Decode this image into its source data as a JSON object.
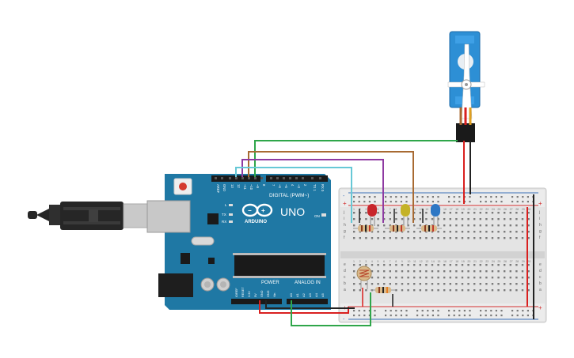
{
  "colors": {
    "background": "#ffffff",
    "arduino_board": "#1f78a4",
    "arduino_text": "#ffffff",
    "breadboard": "#e6e6e6",
    "rail_red": "#d33030",
    "rail_blue": "#3a6fb8",
    "wire_green": "#2fa64a",
    "wire_brown": "#a86a32",
    "wire_purple": "#8e3aa2",
    "wire_cyan": "#67c8d6",
    "wire_red": "#d9201f",
    "wire_black": "#222222",
    "servo_body": "#2d8fd5",
    "led_red": "#c8252b",
    "led_yellow": "#c4b227",
    "led_blue": "#2e77c4",
    "usb_cable": "#262626"
  },
  "arduino": {
    "logo_text": "UNO",
    "brand": "ARDUINO",
    "digital_header": "DIGITAL (PWM~)",
    "power_header": "POWER",
    "analog_header": "ANALOG IN",
    "on_label": "ON",
    "led_l": "L",
    "led_tx": "TX",
    "led_rx": "RX",
    "digital_pins": [
      "AREF",
      "GND",
      "13",
      "12",
      "~11",
      "~10",
      "~9",
      "8",
      "7",
      "~6",
      "~5",
      "4",
      "~3",
      "2",
      "TX 1",
      "RX 0"
    ],
    "power_pins": [
      "IOREF",
      "RESET",
      "3.3V",
      "5V",
      "GND",
      "GND",
      "Vin"
    ],
    "analog_pins": [
      "A0",
      "A1",
      "A2",
      "A3",
      "A4",
      "A5"
    ]
  },
  "breadboard": {
    "rows_top": [
      "j",
      "i",
      "h",
      "g",
      "f"
    ],
    "rows_bottom": [
      "e",
      "d",
      "c",
      "b",
      "a"
    ],
    "plus": "+",
    "minus": "-",
    "column_numbers": [
      "1",
      "2",
      "3",
      "4",
      "5",
      "6",
      "7",
      "8",
      "9",
      "10",
      "11",
      "12",
      "13",
      "14",
      "15",
      "16",
      "17",
      "18",
      "19",
      "20",
      "21",
      "22",
      "23",
      "24",
      "25",
      "26",
      "27",
      "28",
      "29",
      "30"
    ]
  },
  "components": [
    "servo",
    "led-red",
    "led-yellow",
    "led-blue",
    "resistor",
    "resistor",
    "resistor",
    "resistor",
    "photoresistor",
    "arduino-uno",
    "usb-cable"
  ]
}
